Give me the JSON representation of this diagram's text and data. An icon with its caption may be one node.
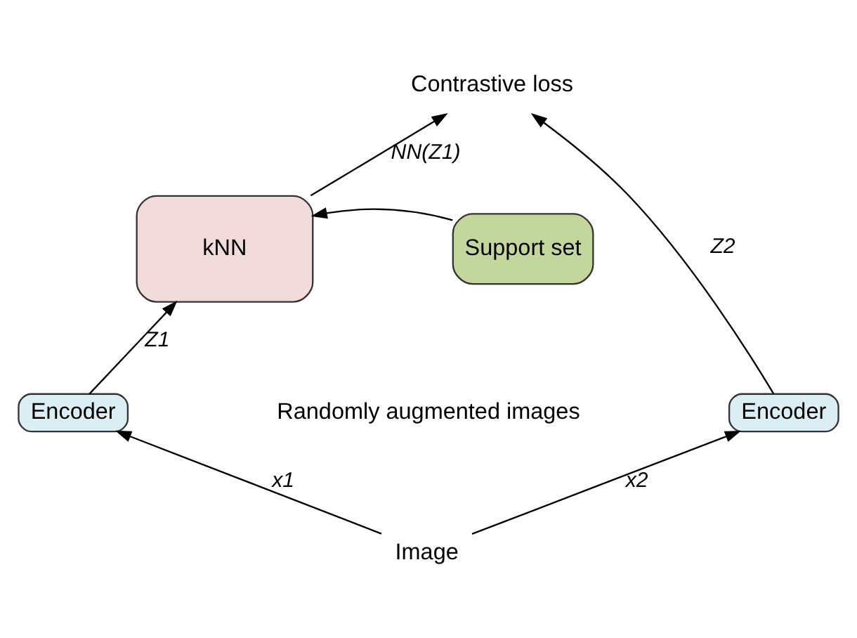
{
  "diagram": {
    "nodes": [
      {
        "text": [
          "Contrastive loss"
        ]
      },
      {
        "text": [
          "kNN"
        ]
      },
      {
        "text": [
          "Support set"
        ]
      },
      {
        "text": [
          "Encoder"
        ]
      },
      {
        "text": [
          "Encoder"
        ]
      },
      {
        "text": [
          "Image"
        ]
      }
    ],
    "edges": [
      {
        "from": 1,
        "to": 0,
        "arrow": "to",
        "label": "NN(Z1)"
      },
      {
        "from": 2,
        "to": 1,
        "arrow": "to"
      },
      {
        "from": 3,
        "to": 1,
        "arrow": "to",
        "label": "Z1"
      },
      {
        "from": 4,
        "to": 0,
        "arrow": "to",
        "label": "Z2"
      },
      {
        "from": 5,
        "to": 3,
        "arrow": "to",
        "label": "x1"
      },
      {
        "from": 5,
        "to": 4,
        "arrow": "to",
        "label": "x2"
      }
    ],
    "labels": [
      "Randomly augmented images"
    ]
  }
}
